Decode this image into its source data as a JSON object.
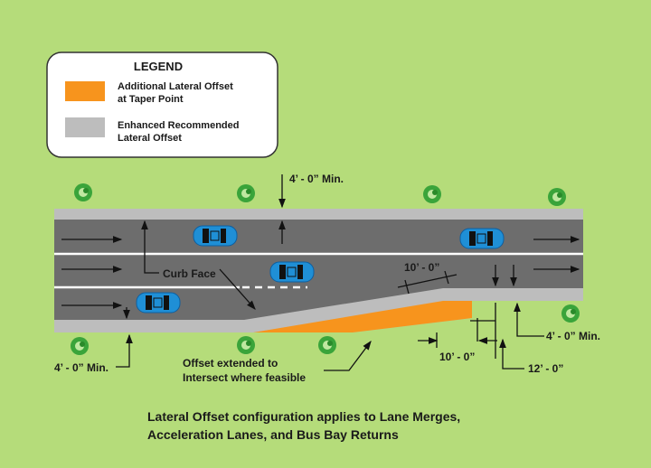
{
  "legend": {
    "title": "LEGEND",
    "items": [
      {
        "line1": "Additional Lateral Offset",
        "line2": "at Taper Point",
        "color": "#f7941d"
      },
      {
        "line1": "Enhanced Recommended",
        "line2": "Lateral Offset",
        "color": "#bdbdbd"
      }
    ]
  },
  "labels": {
    "top_min": "4’ - 0” Min.",
    "curb_face": "Curb Face",
    "taper_dim": "10’ - 0”",
    "right_min": "4’ - 0” Min.",
    "left_min": "4’ - 0” Min.",
    "offset_line1": "Offset extended to",
    "offset_line2": "Intersect where feasible",
    "bottom_dim_10": "10’ - 0”",
    "bottom_dim_12": "12’ - 0”"
  },
  "caption": {
    "line1": "Lateral Offset configuration applies to Lane Merges,",
    "line2": "Acceleration Lanes, and Bus Bay Returns"
  },
  "colors": {
    "grass": "#b5dc7a",
    "road": "#6d6d6d",
    "shoulder": "#bdbdbd",
    "orange": "#f7941d",
    "car": "#1f8fd6"
  }
}
